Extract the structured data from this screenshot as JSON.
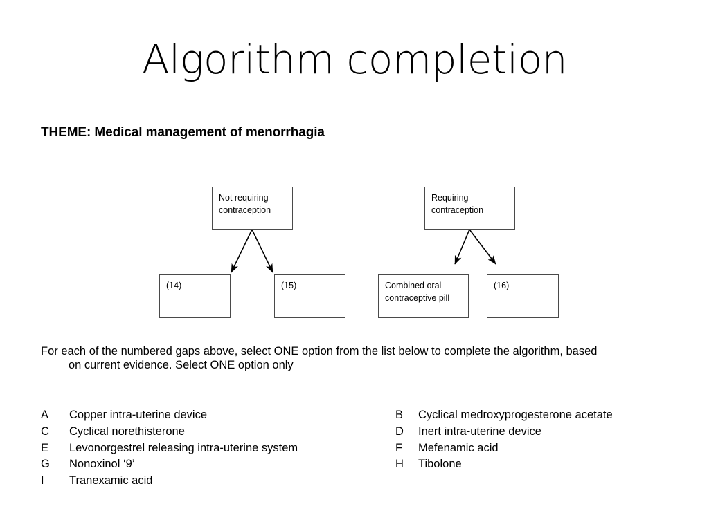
{
  "slide": {
    "title": "Algorithm completion",
    "theme": "THEME: Medical management of menorrhagia",
    "background_color": "#ffffff",
    "text_color": "#000000",
    "box_border_color": "#4a4a4a"
  },
  "diagram": {
    "nodes": [
      {
        "id": "not-requiring",
        "label": "Not requiring\ncontraception"
      },
      {
        "id": "requiring",
        "label": "Requiring\ncontraception"
      },
      {
        "id": "gap-14",
        "label": "(14) -------"
      },
      {
        "id": "gap-15",
        "label": "(15) -------"
      },
      {
        "id": "combined-oral",
        "label": "Combined oral\ncontraceptive pill"
      },
      {
        "id": "gap-16",
        "label": "(16) ---------"
      }
    ]
  },
  "instructions": {
    "line1": "For each of the numbered gaps above, select ONE option from the list below to complete the algorithm, based",
    "line2": "on current evidence.  Select ONE option only"
  },
  "options": {
    "left": [
      {
        "letter": "A",
        "text": "Copper intra-uterine device"
      },
      {
        "letter": "C",
        "text": "Cyclical norethisterone"
      },
      {
        "letter": "E",
        "text": "Levonorgestrel releasing intra-uterine system"
      },
      {
        "letter": "G",
        "text": "Nonoxinol ‘9’"
      },
      {
        "letter": "I",
        "text": "Tranexamic acid"
      }
    ],
    "right": [
      {
        "letter": "B",
        "text": "Cyclical medroxyprogesterone acetate"
      },
      {
        "letter": "D",
        "text": "Inert intra-uterine device"
      },
      {
        "letter": "F",
        "text": "Mefenamic acid"
      },
      {
        "letter": "H",
        "text": "Tibolone"
      }
    ]
  }
}
